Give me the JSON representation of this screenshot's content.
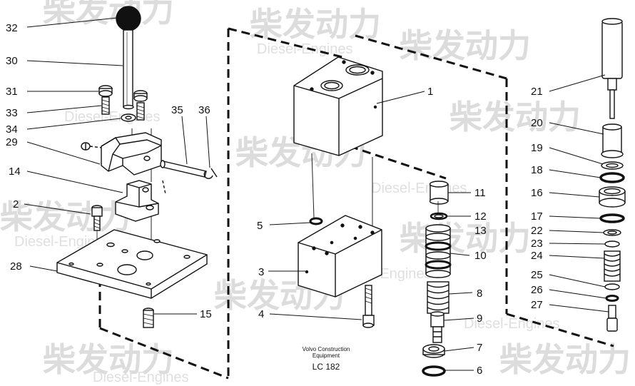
{
  "watermark": {
    "brand_cn": "柴发动力",
    "brand_en": "Diesel-Engines"
  },
  "caption": {
    "line1": "Volvo Construction",
    "line2": "Equipment",
    "code": "LC 182"
  },
  "labels": [
    {
      "id": "32",
      "text": "32"
    },
    {
      "id": "30",
      "text": "30"
    },
    {
      "id": "31",
      "text": "31"
    },
    {
      "id": "33",
      "text": "33"
    },
    {
      "id": "34",
      "text": "34"
    },
    {
      "id": "29",
      "text": "29"
    },
    {
      "id": "35",
      "text": "35"
    },
    {
      "id": "36",
      "text": "36"
    },
    {
      "id": "14",
      "text": "14"
    },
    {
      "id": "2",
      "text": "2"
    },
    {
      "id": "28",
      "text": "28"
    },
    {
      "id": "15",
      "text": "15"
    },
    {
      "id": "1",
      "text": "1"
    },
    {
      "id": "5",
      "text": "5"
    },
    {
      "id": "3",
      "text": "3"
    },
    {
      "id": "4",
      "text": "4"
    },
    {
      "id": "11",
      "text": "11"
    },
    {
      "id": "12",
      "text": "12"
    },
    {
      "id": "13",
      "text": "13"
    },
    {
      "id": "10",
      "text": "10"
    },
    {
      "id": "8",
      "text": "8"
    },
    {
      "id": "9",
      "text": "9"
    },
    {
      "id": "7",
      "text": "7"
    },
    {
      "id": "6",
      "text": "6"
    },
    {
      "id": "21",
      "text": "21"
    },
    {
      "id": "20",
      "text": "20"
    },
    {
      "id": "19",
      "text": "19"
    },
    {
      "id": "18",
      "text": "18"
    },
    {
      "id": "16",
      "text": "16"
    },
    {
      "id": "17",
      "text": "17"
    },
    {
      "id": "22",
      "text": "22"
    },
    {
      "id": "23",
      "text": "23"
    },
    {
      "id": "24",
      "text": "24"
    },
    {
      "id": "25",
      "text": "25"
    },
    {
      "id": "26",
      "text": "26"
    },
    {
      "id": "27",
      "text": "27"
    }
  ]
}
